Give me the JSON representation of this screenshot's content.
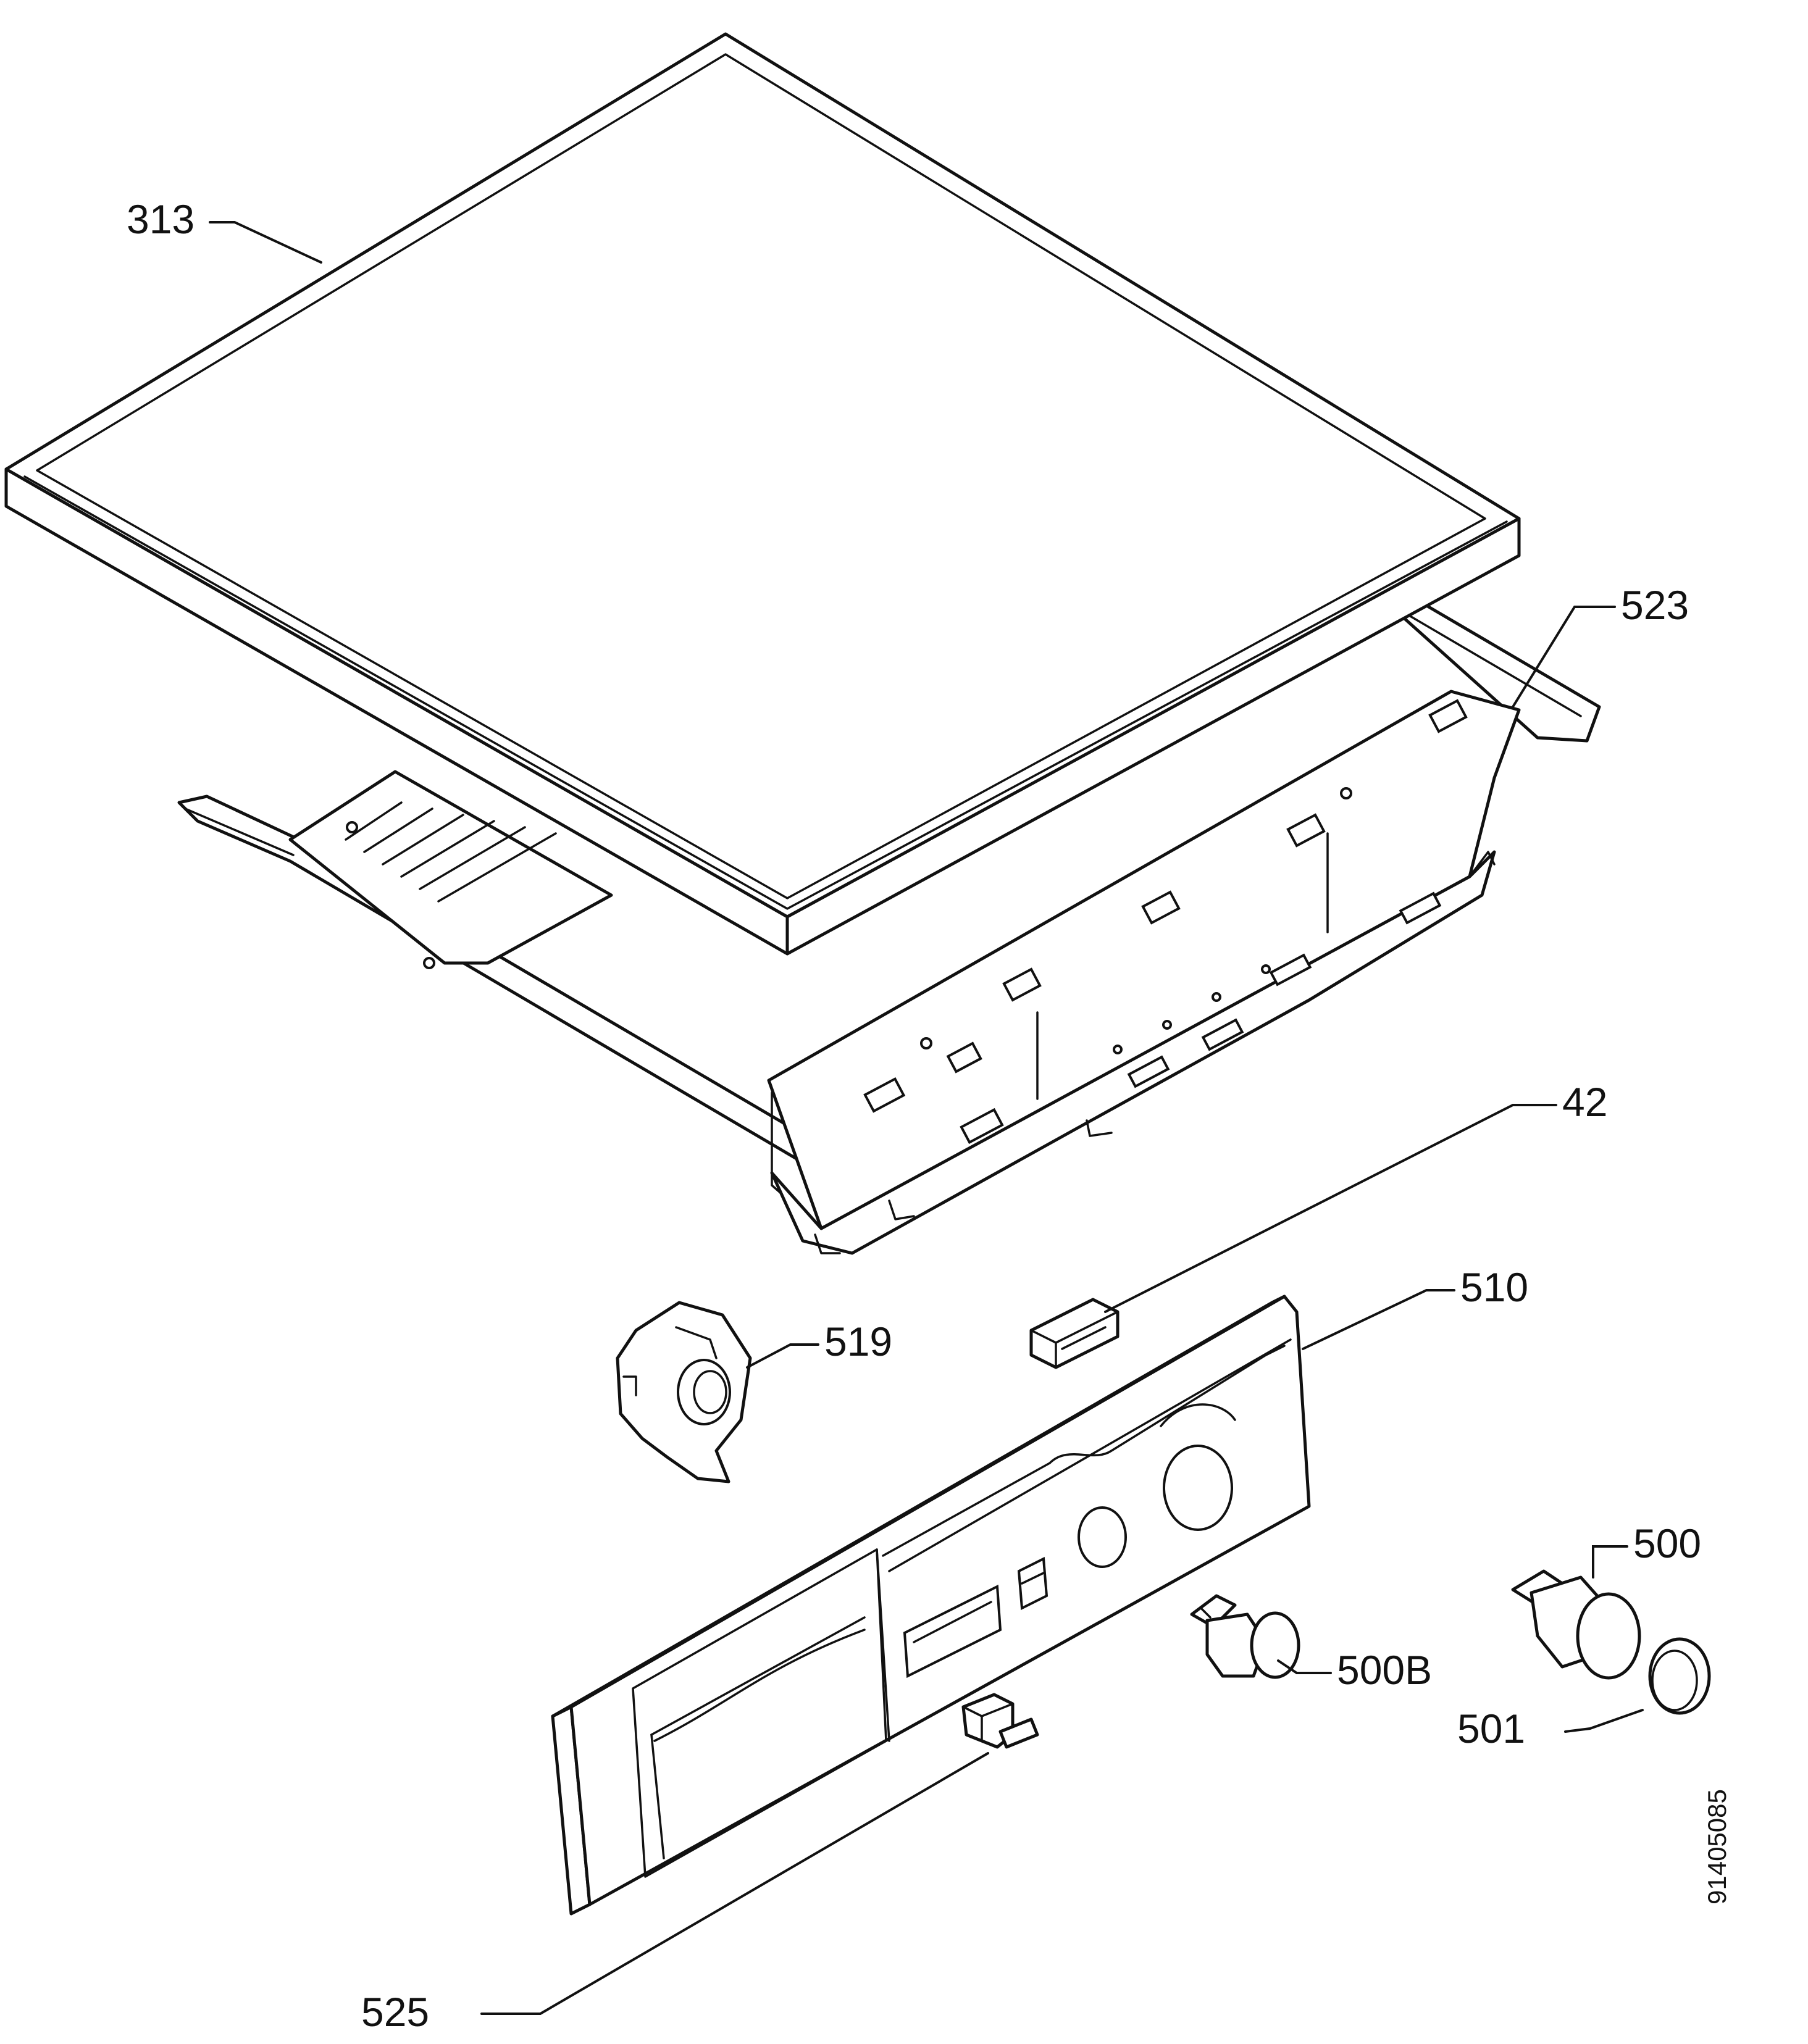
{
  "callouts": {
    "c313": "313",
    "c523": "523",
    "c42": "42",
    "c510": "510",
    "c519": "519",
    "c500": "500",
    "c500b": "500B",
    "c501": "501",
    "c525": "525"
  },
  "drawing_number": "91405085",
  "colors": {
    "line": "#111111",
    "background": "#ffffff"
  }
}
